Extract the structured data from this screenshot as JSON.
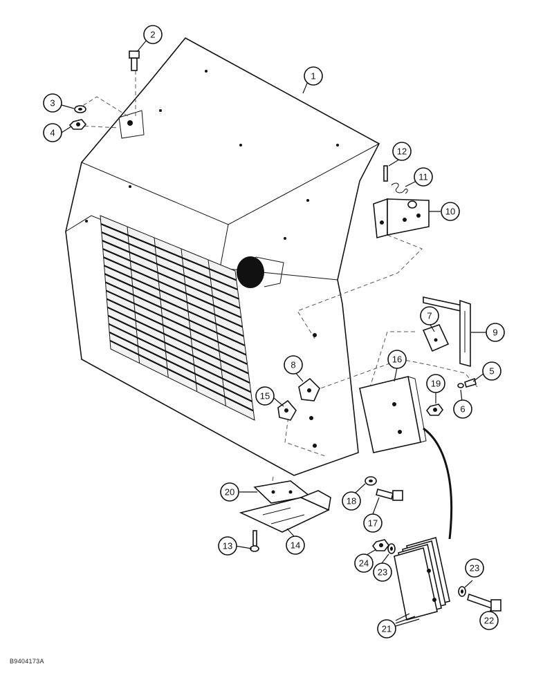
{
  "figure_id": "B9404173A",
  "callouts": [
    {
      "id": "c1",
      "label": "1"
    },
    {
      "id": "c2",
      "label": "2"
    },
    {
      "id": "c3",
      "label": "3"
    },
    {
      "id": "c4",
      "label": "4"
    },
    {
      "id": "c5",
      "label": "5"
    },
    {
      "id": "c6",
      "label": "6"
    },
    {
      "id": "c7",
      "label": "7"
    },
    {
      "id": "c8",
      "label": "8"
    },
    {
      "id": "c9",
      "label": "9"
    },
    {
      "id": "c10",
      "label": "10"
    },
    {
      "id": "c11",
      "label": "11"
    },
    {
      "id": "c12",
      "label": "12"
    },
    {
      "id": "c13",
      "label": "13"
    },
    {
      "id": "c14",
      "label": "14"
    },
    {
      "id": "c15",
      "label": "15"
    },
    {
      "id": "c16",
      "label": "16"
    },
    {
      "id": "c17",
      "label": "17"
    },
    {
      "id": "c18",
      "label": "18"
    },
    {
      "id": "c19",
      "label": "19"
    },
    {
      "id": "c20",
      "label": "20"
    },
    {
      "id": "c21",
      "label": "21"
    },
    {
      "id": "c22",
      "label": "22"
    },
    {
      "id": "c23a",
      "label": "23"
    },
    {
      "id": "c23b",
      "label": "23"
    },
    {
      "id": "c24",
      "label": "24"
    }
  ]
}
